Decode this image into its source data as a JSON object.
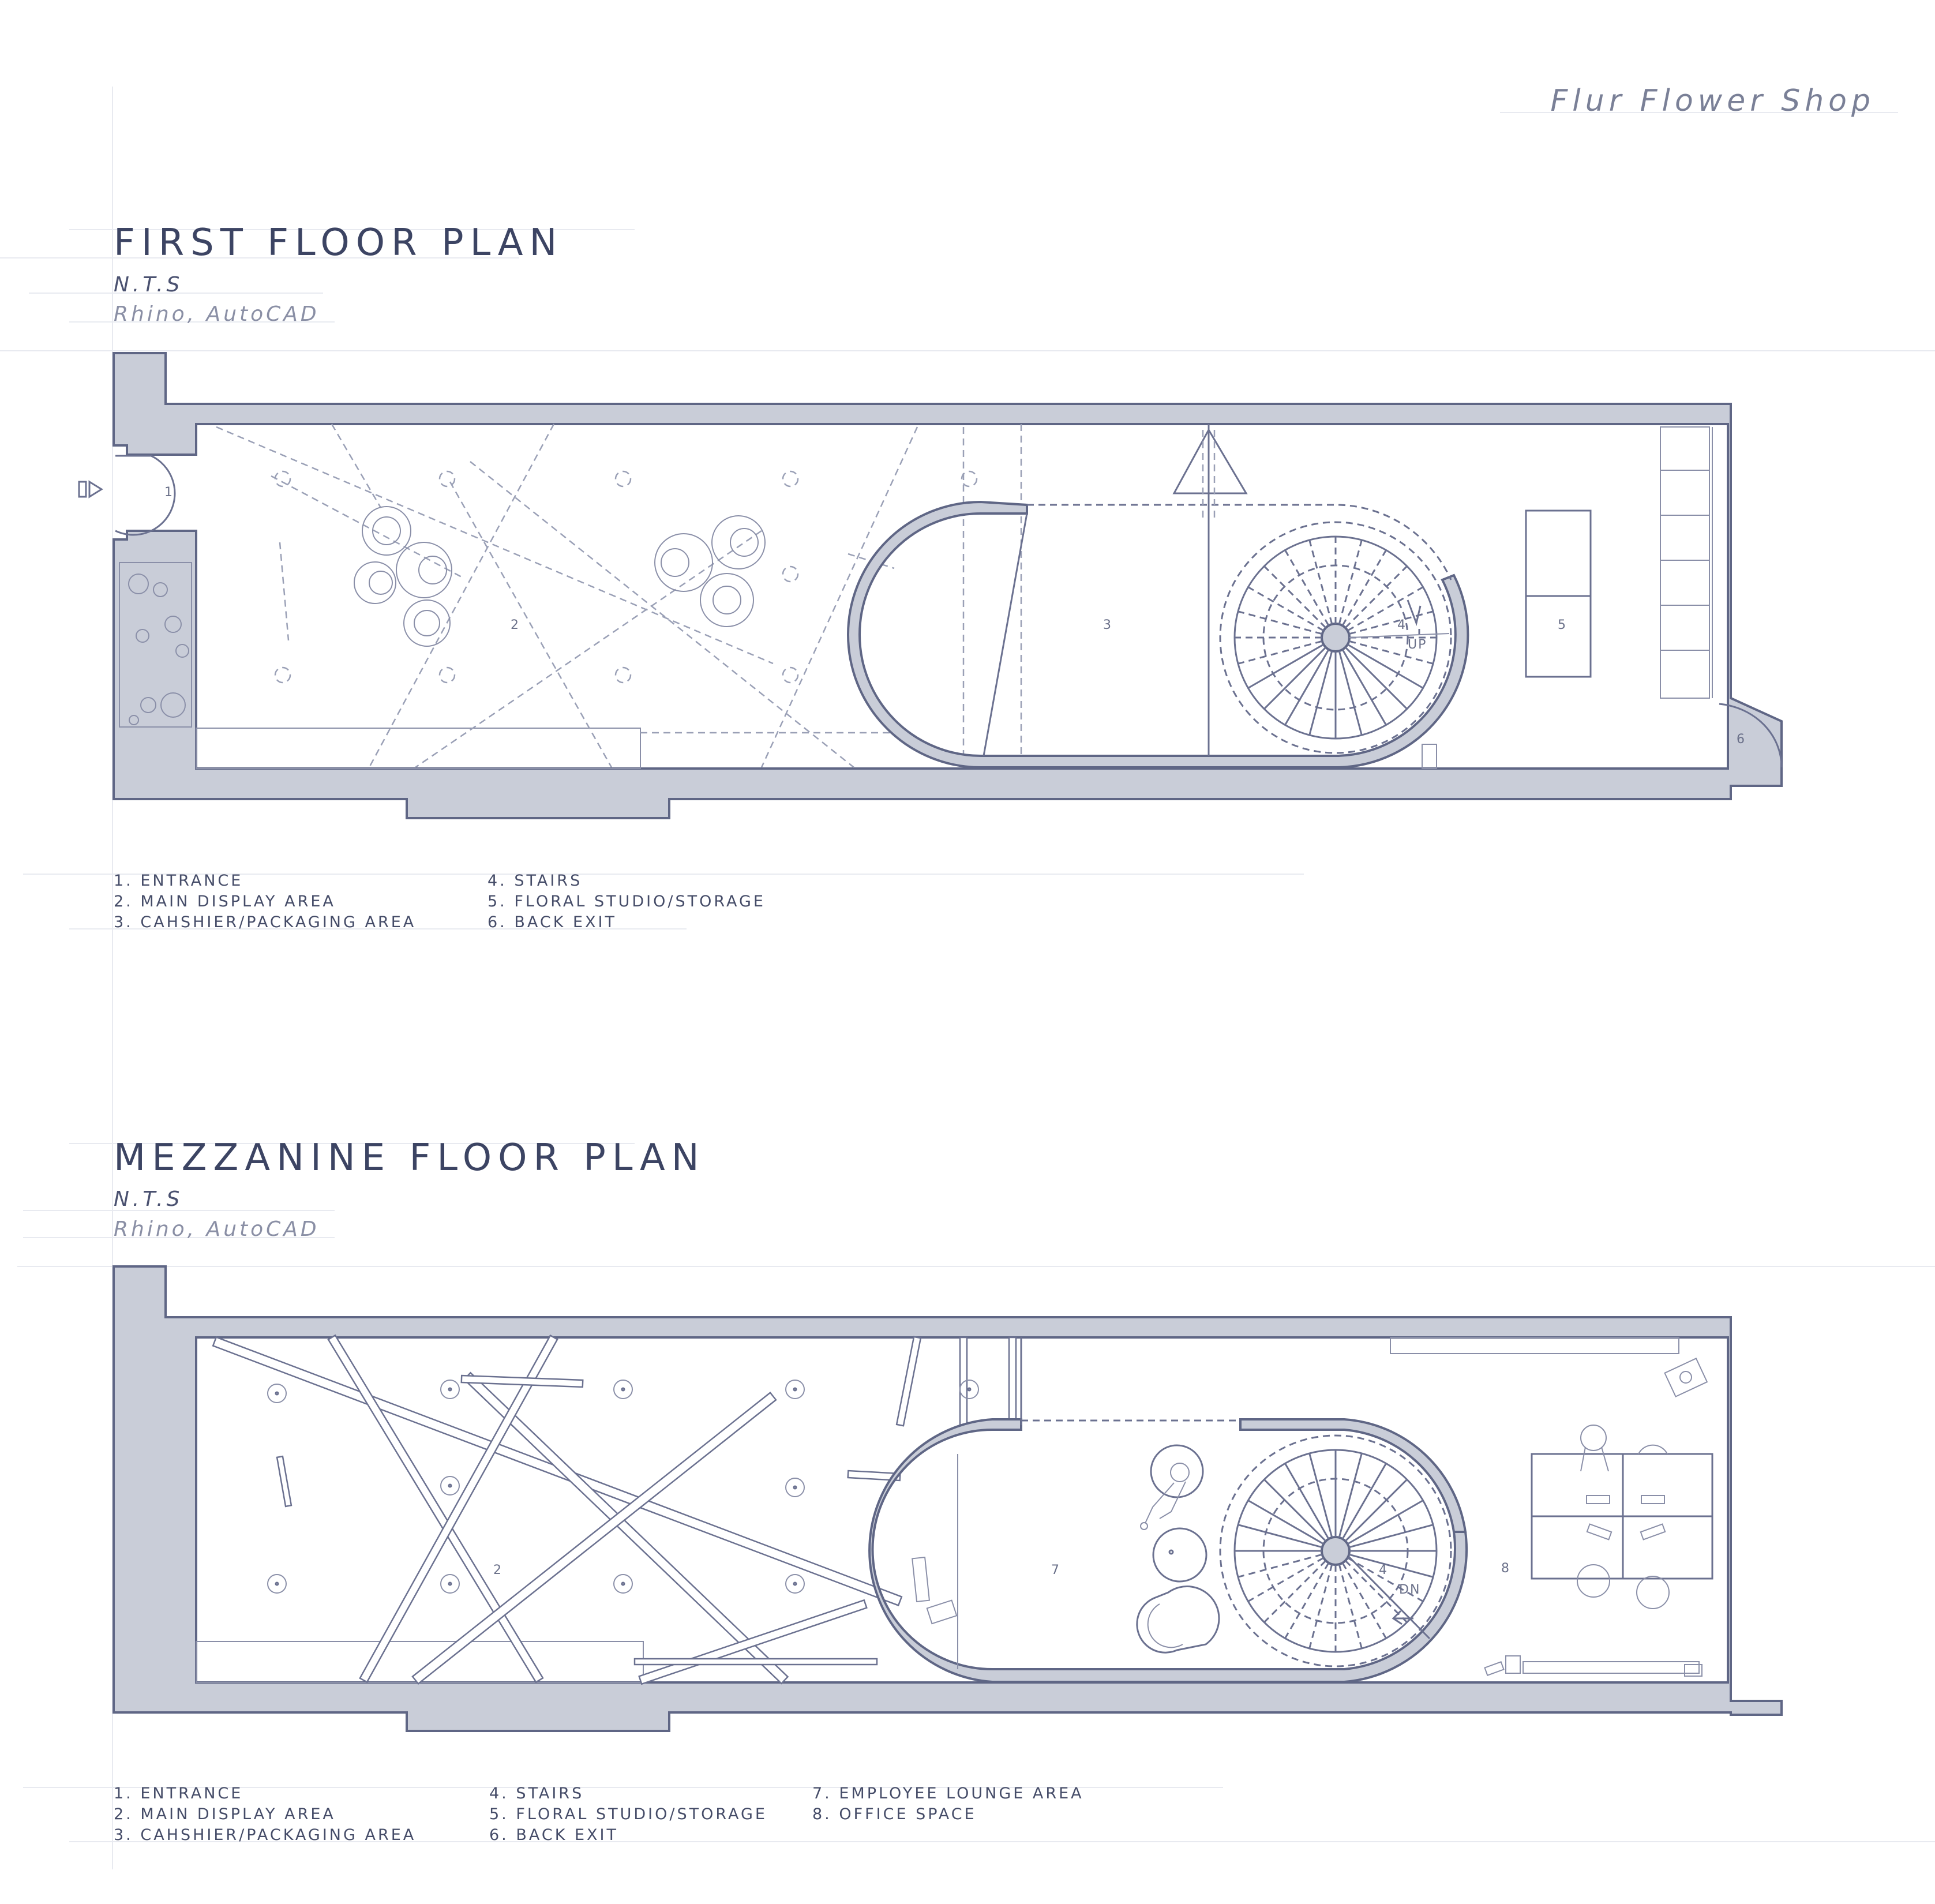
{
  "project": {
    "name": "Flur Flower Shop"
  },
  "first_floor": {
    "title": "FIRST FLOOR PLAN",
    "scale": "N.T.S",
    "software": "Rhino, AutoCAD",
    "room_numbers": [
      "1",
      "2",
      "3",
      "4",
      "5",
      "6"
    ],
    "stair_direction": "UP",
    "legend": [
      "1. ENTRANCE",
      "2. MAIN DISPLAY AREA",
      "3. CAHSHIER/PACKAGING AREA",
      "4. STAIRS",
      "5. FLORAL STUDIO/STORAGE",
      "6. BACK EXIT"
    ]
  },
  "mezzanine": {
    "title": "MEZZANINE FLOOR PLAN",
    "scale": "N.T.S",
    "software": "Rhino, AutoCAD",
    "room_numbers": [
      "2",
      "7",
      "4",
      "8"
    ],
    "stair_direction": "DN",
    "legend": [
      "1. ENTRANCE",
      "2. MAIN DISPLAY AREA",
      "3. CAHSHIER/PACKAGING AREA",
      "4. STAIRS",
      "5. FLORAL STUDIO/STORAGE",
      "6. BACK EXIT",
      "7. EMPLOYEE LOUNGE AREA",
      "8. OFFICE SPACE"
    ]
  },
  "icons": {
    "entrance": "entrance-arrow-icon",
    "person": "seated-person-icon"
  },
  "colors": {
    "wall_fill": "#c9cdd8",
    "ink": "#3c4463",
    "line": "#6b7190"
  }
}
